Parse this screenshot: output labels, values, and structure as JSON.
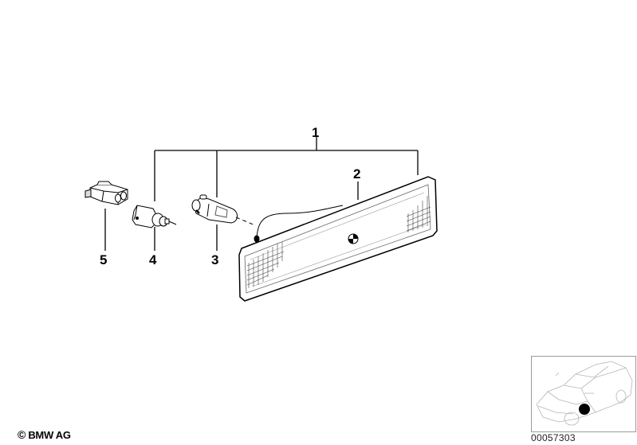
{
  "diagram": {
    "title": "Side marker light parts diagram",
    "callouts": [
      {
        "id": "1",
        "label": "1"
      },
      {
        "id": "2",
        "label": "2"
      },
      {
        "id": "3",
        "label": "3"
      },
      {
        "id": "4",
        "label": "4"
      },
      {
        "id": "5",
        "label": "5"
      }
    ],
    "parts": [
      {
        "callout": "1",
        "name": "side-marker-light-assembly"
      },
      {
        "callout": "2",
        "name": "side-marker-lens"
      },
      {
        "callout": "3",
        "name": "bulb"
      },
      {
        "callout": "4",
        "name": "bulb-socket"
      },
      {
        "callout": "5",
        "name": "connector-plug"
      }
    ]
  },
  "footer": {
    "copyright_symbol": "©",
    "copyright_text": "BMW AG",
    "diagram_id": "00057303"
  },
  "thumbnail": {
    "description": "Car overview with location marker",
    "marker_color": "#000000"
  }
}
